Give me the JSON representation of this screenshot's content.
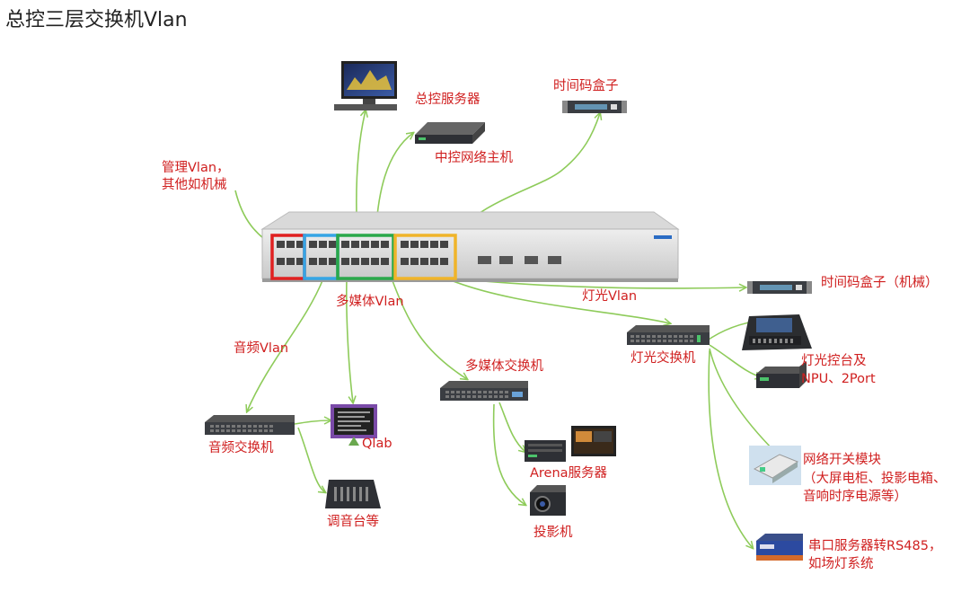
{
  "title": "总控三层交换机Vlan",
  "colors": {
    "connector": "#8ecb5a",
    "label": "#d02020",
    "vlan_red": "#e02020",
    "vlan_blue": "#35a5e5",
    "vlan_green": "#2aa84a",
    "vlan_yellow": "#f0b42a"
  },
  "labels": {
    "mgmt_vlan_line1": "管理Vlan，",
    "mgmt_vlan_line2": "其他如机械",
    "central_server": "总控服务器",
    "control_host": "中控网络主机",
    "timecode_box": "时间码盒子",
    "timecode_box_mech": "时间码盒子（机械）",
    "lighting_vlan": "灯光Vlan",
    "multimedia_vlan": "多媒体Vlan",
    "audio_vlan": "音频Vlan",
    "lighting_switch": "灯光交换机",
    "lighting_console_line1": "灯光控台及",
    "lighting_console_line2": "NPU、2Port",
    "multimedia_switch": "多媒体交换机",
    "audio_switch": "音频交换机",
    "qlab": "Qlab",
    "arena_server": "Arena服务器",
    "projector": "投影机",
    "mixer": "调音台等",
    "net_switch_module_line1": "网络开关模块",
    "net_switch_module_line2": "（大屏电柜、投影电箱、",
    "net_switch_module_line3": "音响时序电源等）",
    "serial_server_line1": "串口服务器转RS485，",
    "serial_server_line2": "如场灯系统"
  }
}
